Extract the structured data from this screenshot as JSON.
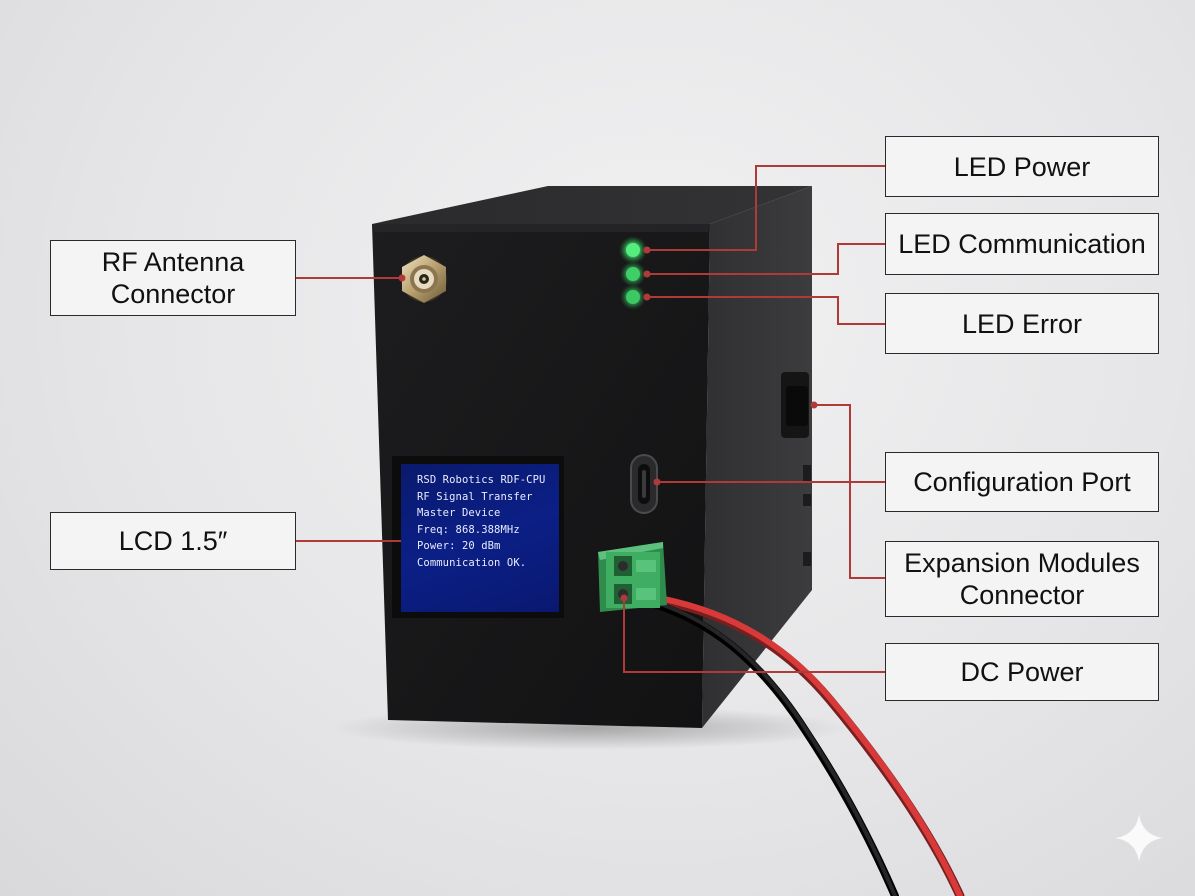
{
  "labels": {
    "rf_antenna": "RF Antenna\nConnector",
    "lcd": "LCD 1.5″",
    "led_power": "LED Power",
    "led_communication": "LED Communication",
    "led_error": "LED Error",
    "configuration_port": "Configuration Port",
    "expansion_modules": "Expansion Modules\nConnector",
    "dc_power": "DC Power"
  },
  "lcd_lines": [
    "RSD Robotics RDF-CPU",
    "RF Signal Transfer",
    "Master Device",
    "Freq: 868.388MHz",
    "Power: 20 dBm",
    "Communication OK."
  ],
  "colors": {
    "leader_line": "#b0393a",
    "led_green": "#3be06a",
    "terminal_green": "#3fae62",
    "wire_red": "#d83a3a",
    "wire_black": "#1a1a1a",
    "lcd_blue": "#0b1f86"
  },
  "icons": [
    "sma-connector-icon",
    "usb-c-port-icon",
    "sparkle-icon"
  ]
}
